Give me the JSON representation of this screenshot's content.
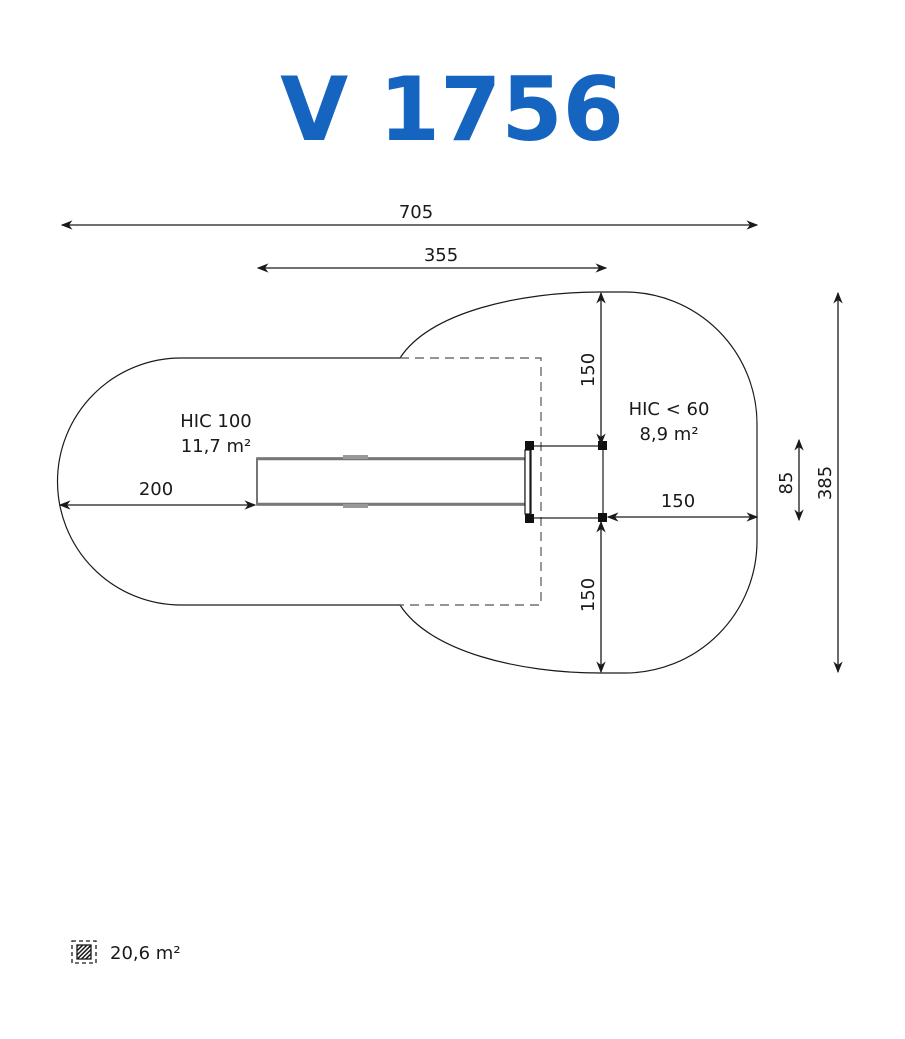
{
  "title": "V 1756",
  "colors": {
    "title": "#1565C0",
    "line": "#1a1a1a"
  },
  "dimensions": {
    "overall_width": "705",
    "inner_width": "355",
    "top_clearance": "150",
    "bottom_clearance": "150",
    "right_clearance": "150",
    "left_clearance": "200",
    "platform_depth": "85",
    "overall_depth": "385"
  },
  "zones": [
    {
      "hic": "HIC 100",
      "area": "11,7 m²"
    },
    {
      "hic": "HIC < 60",
      "area": "8,9 m²"
    }
  ],
  "legend": {
    "icon": "hatched-area-icon",
    "total_area": "20,6 m²"
  }
}
